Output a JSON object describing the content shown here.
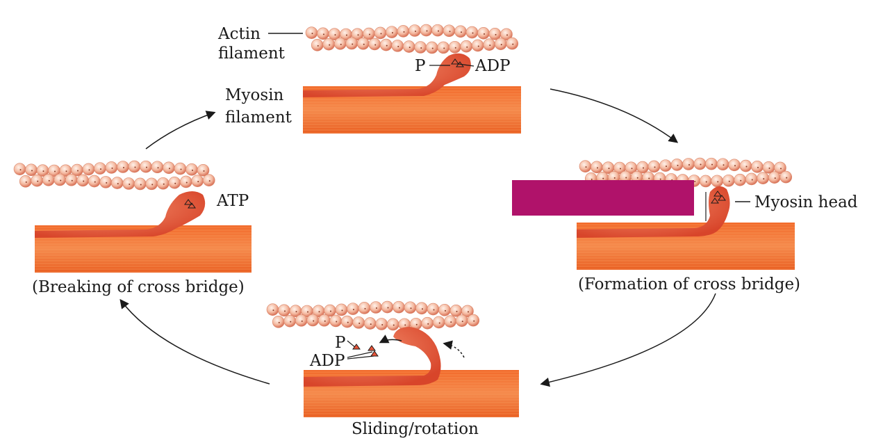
{
  "stages": {
    "top": {
      "actin_label_line1": "Actin",
      "actin_label_line2": "filament",
      "myosin_label_line1": "Myosin",
      "myosin_label_line2": "filament",
      "p_label": "P",
      "adp_label": "ADP"
    },
    "right": {
      "myosin_head_label": "Myosin head",
      "caption": "(Formation of cross bridge)"
    },
    "bottom": {
      "p_label": "P",
      "adp_label": "ADP",
      "caption": "Sliding/rotation"
    },
    "left": {
      "atp_label": "ATP",
      "caption": "(Breaking of cross bridge)"
    }
  },
  "colors": {
    "myosin": "#ef6b2e",
    "myosin_stripe": "#f79a5e",
    "actin": "#f4b9a0",
    "actin_dark": "#d86f55",
    "head": "#e8553a",
    "redaction": "#b0126a",
    "arrow": "#1a1a1a"
  }
}
